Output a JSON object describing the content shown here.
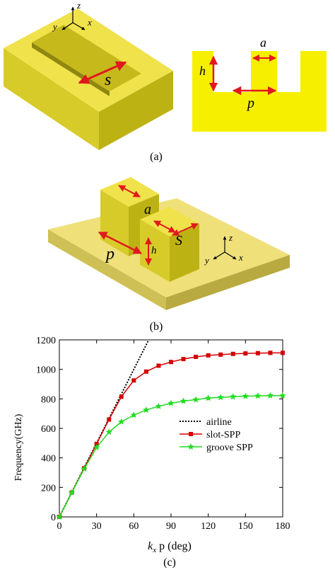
{
  "panel_a": {
    "caption": "(a)",
    "axes": {
      "z": "z",
      "y": "y",
      "x": "x"
    },
    "labels": {
      "s": "s",
      "a": "a",
      "h": "h",
      "p": "p"
    }
  },
  "panel_b": {
    "caption": "(b)",
    "axes": {
      "z": "z",
      "y": "y",
      "x": "x"
    },
    "labels": {
      "a": "a",
      "s": "S",
      "p": "p",
      "h": "h"
    }
  },
  "panel_c": {
    "caption": "(c)"
  },
  "colors": {
    "gold_top": "#f0e24a",
    "gold_left": "#d7cb2a",
    "gold_right": "#bdb214",
    "gold_flat": "#f6ef00",
    "plate_top": "#efe07a",
    "plate_side": "#cfc055",
    "arrow": "#e0191d",
    "slot_series": "#d40000",
    "groove_series": "#22dd22"
  },
  "chart_data": {
    "type": "line",
    "title": "",
    "xlabel_main": "k",
    "xlabel_sub": "x",
    "xlabel_rest": " p (deg)",
    "ylabel": "Frequency(GHz)",
    "xlim": [
      0,
      180
    ],
    "ylim": [
      0,
      1200
    ],
    "xticks": [
      0,
      30,
      60,
      90,
      120,
      150,
      180
    ],
    "yticks": [
      0,
      200,
      400,
      600,
      800,
      1000,
      1200
    ],
    "legend": "center-right",
    "series": [
      {
        "name": "airline",
        "style": "dotted",
        "color": "#000000",
        "x": [
          0,
          72
        ],
        "y": [
          0,
          1200
        ]
      },
      {
        "name": "slot-SPP",
        "style": "square",
        "color": "#d40000",
        "x": [
          0,
          10,
          20,
          30,
          40,
          50,
          60,
          70,
          80,
          90,
          100,
          110,
          120,
          130,
          140,
          150,
          160,
          170,
          180
        ],
        "y": [
          0,
          165,
          330,
          495,
          660,
          815,
          925,
          985,
          1025,
          1050,
          1070,
          1085,
          1095,
          1100,
          1105,
          1108,
          1110,
          1112,
          1112
        ]
      },
      {
        "name": "groove SPP",
        "style": "star",
        "color": "#22dd22",
        "x": [
          0,
          10,
          20,
          30,
          40,
          50,
          60,
          70,
          80,
          90,
          100,
          110,
          120,
          130,
          140,
          150,
          160,
          170,
          180
        ],
        "y": [
          0,
          165,
          325,
          470,
          575,
          645,
          690,
          725,
          750,
          770,
          785,
          795,
          805,
          810,
          815,
          818,
          820,
          822,
          822
        ]
      }
    ]
  }
}
